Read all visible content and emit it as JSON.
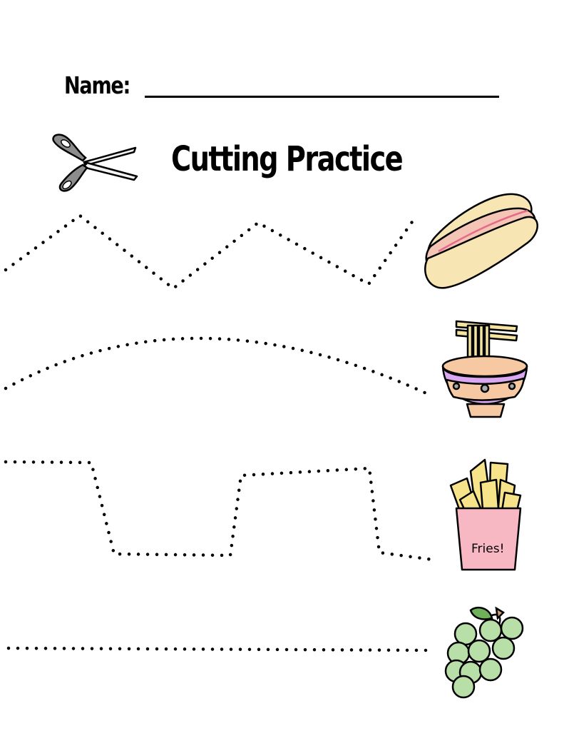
{
  "header": {
    "name_label": "Name:",
    "title": "Cutting Practice"
  },
  "icons": {
    "scissors": "scissors-icon",
    "hotdog": "hotdog-icon",
    "noodles": "noodle-bowl-icon",
    "fries": "fries-icon",
    "grapes": "grapes-icon"
  },
  "fries_label": "Fries!",
  "colors": {
    "ink": "#000000",
    "hotdog_bun": "#f7e6b4",
    "hotdog_sausage": "#f4c4b4",
    "mustard": "#e86a8a",
    "bowl_purple": "#d9a8f0",
    "bowl_peach": "#f7c9a3",
    "noodle": "#f5e4a0",
    "fries_box": "#f7b8c4",
    "fries": "#f7e48a",
    "grape": "#b9dfa8",
    "leaf": "#6fb05a",
    "scissor_handle": "#8c8c8c"
  }
}
